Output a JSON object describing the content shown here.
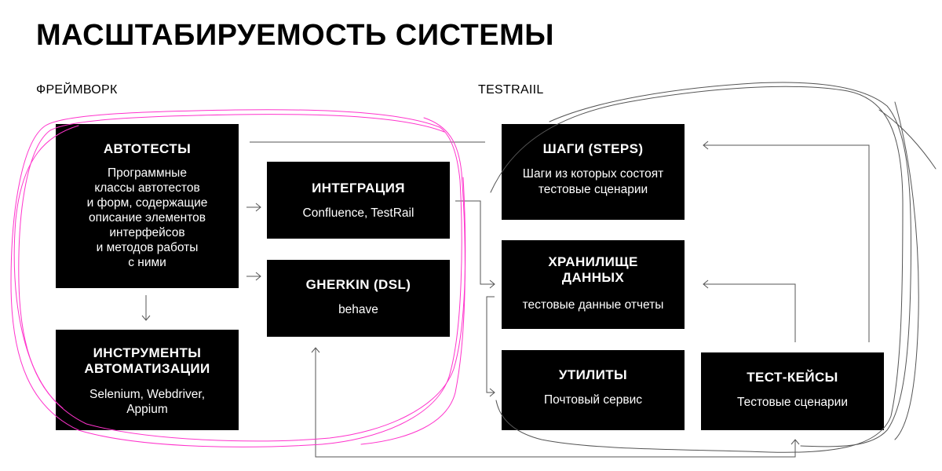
{
  "title": "МАСШТАБИРУЕМОСТЬ СИСТЕМЫ",
  "sections": {
    "framework": "ФРЕЙМВОРК",
    "testrail": "TESTRAIIL"
  },
  "boxes": {
    "autotests": {
      "title": "АВТОТЕСТЫ",
      "desc": "Программные\nклассы автотестов\nи форм, содержащие\nописание элементов\nинтерфейсов\nи методов работы\nс ними"
    },
    "tools": {
      "title": "ИНСТРУМЕНТЫ\nАВТОМАТИЗАЦИИ",
      "desc": "Selenium, Webdriver,\nAppium"
    },
    "integration": {
      "title": "ИНТЕГРАЦИЯ",
      "desc": "Confluence, TestRail"
    },
    "gherkin": {
      "title": "GHERKIN (DSL)",
      "desc": "behave"
    },
    "steps": {
      "title": "ШАГИ (STEPS)",
      "desc": "Шаги из которых состоят\nтестовые сценарии"
    },
    "storage": {
      "title": "ХРАНИЛИЩЕ\nДАННЫХ",
      "desc": "тестовые данные отчеты"
    },
    "utilities": {
      "title": "УТИЛИТЫ",
      "desc": "Почтовый сервис"
    },
    "testcases": {
      "title": "ТЕСТ-КЕЙСЫ",
      "desc": "Тестовые сценарии"
    }
  },
  "colors": {
    "box": "#000000",
    "connector": "#555555",
    "highlight": "#ff33cc"
  }
}
